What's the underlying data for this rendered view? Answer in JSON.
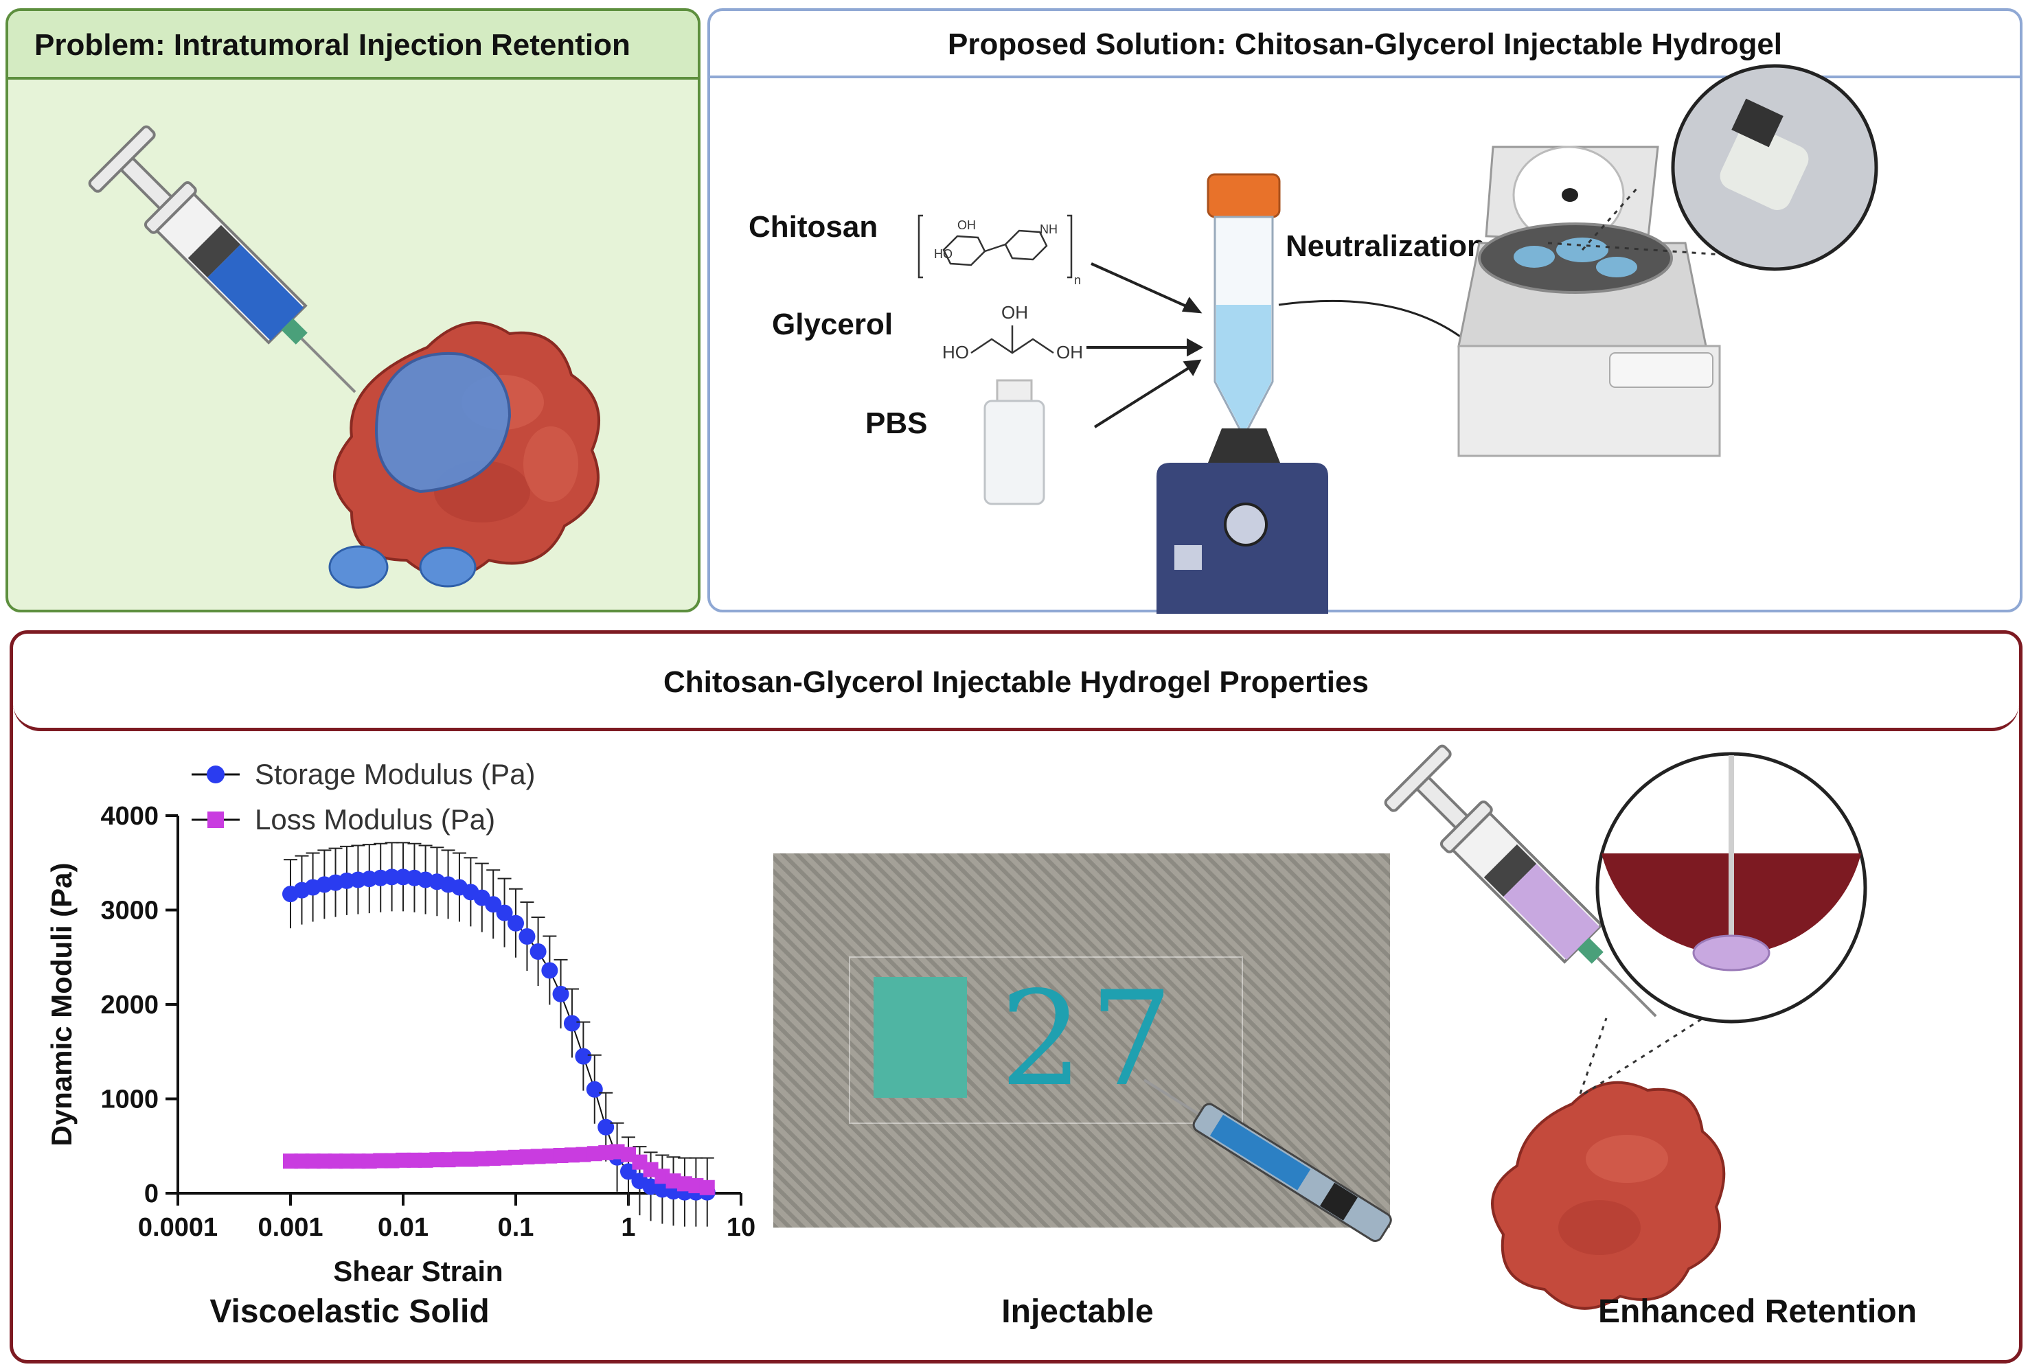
{
  "panels": {
    "problem": {
      "title": "Problem: Intratumoral Injection Retention"
    },
    "solution": {
      "title": "Proposed Solution: Chitosan-Glycerol Injectable Hydrogel",
      "inputs": [
        "Chitosan",
        "Glycerol",
        "PBS"
      ],
      "step": "Neutralization",
      "chem_labels": {
        "oh": "OH",
        "ho": "HO",
        "glyc_ho": "HO",
        "glyc_oh": "OH",
        "glyc_oh_top": "OH",
        "nh2": "NH",
        "n": "n"
      }
    },
    "properties": {
      "title": "Chitosan-Glycerol Injectable Hydrogel Properties",
      "captions": [
        "Viscoelastic Solid",
        "Injectable",
        "Enhanced Retention"
      ],
      "photo_number": "27"
    }
  },
  "colors": {
    "storage": "#2a3cf0",
    "loss": "#c93ce0",
    "tumor": "#c44a3c",
    "hydrogel_blue": "#5b8fd8",
    "hydrogel_purple": "#c8a8e0",
    "dark_red": "#7d1a22"
  },
  "chart_data": {
    "type": "scatter",
    "xlabel": "Shear Strain",
    "ylabel": "Dynamic Moduli (Pa)",
    "xscale": "log",
    "xlim": [
      0.0001,
      10
    ],
    "ylim": [
      0,
      4000
    ],
    "xticks": [
      "0.0001",
      "0.001",
      "0.01",
      "0.1",
      "1",
      "10"
    ],
    "yticks": [
      "0",
      "1000",
      "2000",
      "3000",
      "4000"
    ],
    "legend_position": "top-left",
    "series": [
      {
        "name": "Storage Modulus (Pa)",
        "marker": "circle",
        "x": [
          0.001,
          0.00126,
          0.00158,
          0.002,
          0.00251,
          0.00316,
          0.00398,
          0.00501,
          0.00631,
          0.00794,
          0.01,
          0.0126,
          0.0158,
          0.02,
          0.0251,
          0.0316,
          0.0398,
          0.0501,
          0.0631,
          0.0794,
          0.1,
          0.126,
          0.158,
          0.2,
          0.251,
          0.316,
          0.398,
          0.501,
          0.631,
          0.794,
          1.0,
          1.26,
          1.58,
          2.0,
          2.51,
          3.16,
          3.98,
          5.01
        ],
        "values": [
          3170,
          3210,
          3240,
          3270,
          3290,
          3310,
          3320,
          3330,
          3340,
          3350,
          3350,
          3340,
          3320,
          3300,
          3270,
          3240,
          3190,
          3130,
          3060,
          2970,
          2860,
          2720,
          2560,
          2360,
          2110,
          1800,
          1450,
          1100,
          700,
          380,
          230,
          130,
          70,
          40,
          20,
          10,
          10,
          10
        ]
      },
      {
        "name": "Loss Modulus (Pa)",
        "marker": "square",
        "x": [
          0.001,
          0.00126,
          0.00158,
          0.002,
          0.00251,
          0.00316,
          0.00398,
          0.00501,
          0.00631,
          0.00794,
          0.01,
          0.0126,
          0.0158,
          0.02,
          0.0251,
          0.0316,
          0.0398,
          0.0501,
          0.0631,
          0.0794,
          0.1,
          0.126,
          0.158,
          0.2,
          0.251,
          0.316,
          0.398,
          0.501,
          0.631,
          0.794,
          1.0,
          1.26,
          1.58,
          2.0,
          2.51,
          3.16,
          3.98,
          5.01
        ],
        "values": [
          340,
          340,
          340,
          340,
          340,
          340,
          340,
          340,
          345,
          345,
          350,
          350,
          350,
          355,
          355,
          360,
          360,
          365,
          370,
          375,
          380,
          385,
          390,
          395,
          400,
          405,
          410,
          420,
          430,
          440,
          410,
          330,
          250,
          180,
          130,
          100,
          80,
          60
        ]
      }
    ]
  }
}
